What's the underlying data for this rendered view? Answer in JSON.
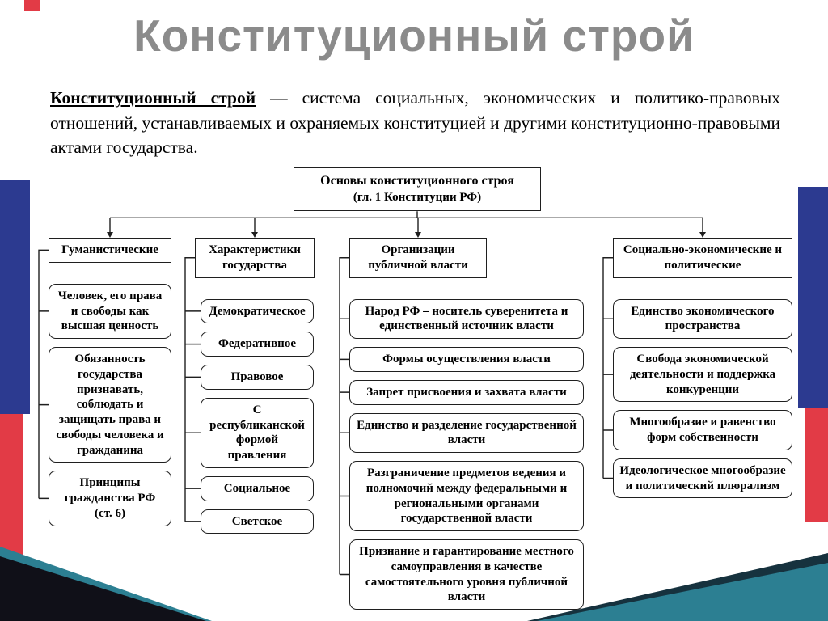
{
  "title": "Конституционный строй",
  "definition": {
    "term": "Конституционный строй",
    "rest": " — система социальных, экономических и политико-правовых отношений, устанавливаемых и охраняемых конституцией и другими конституционно-правовыми актами государства."
  },
  "diagram": {
    "root": {
      "line1": "Основы конституционного строя",
      "line2": "(гл. 1 Конституции РФ)"
    },
    "columns": [
      {
        "title": "Гуманистические",
        "items": [
          "Человек, его права и свободы как высшая ценность",
          "Обязанность государства признавать, соблюдать и защищать права и свободы человека и гражданина",
          "Принципы гражданства РФ (ст. 6)"
        ]
      },
      {
        "title": "Характеристики государства",
        "items": [
          "Демократическое",
          "Федеративное",
          "Правовое",
          "С республиканской формой правления",
          "Социальное",
          "Светское"
        ]
      },
      {
        "title": "Организации публичной власти",
        "items": [
          "Народ РФ – носитель суверенитета и единственный источник власти",
          "Формы осуществления власти",
          "Запрет присвоения и захвата власти",
          "Единство и разделение государственной власти",
          "Разграничение предметов ведения и полномочий между федеральными и региональными органами государственной власти",
          "Признание и гарантирование местного самоуправления в качестве самостоятельного уровня публичной власти"
        ]
      },
      {
        "title": "Социально-экономические и политические",
        "items": [
          "Единство экономического пространства",
          "Свобода экономической деятельности и поддержка конкуренции",
          "Многообразие и равенство форм собственности",
          "Идеологическое многообразие и политический плюрализм"
        ]
      }
    ]
  },
  "colors": {
    "flag_blue": "#2c3a90",
    "flag_red": "#e23b46",
    "teal": "#2c7f92",
    "navy": "#16323e",
    "dark": "#101018",
    "title_gray": "#8b8b8b"
  }
}
